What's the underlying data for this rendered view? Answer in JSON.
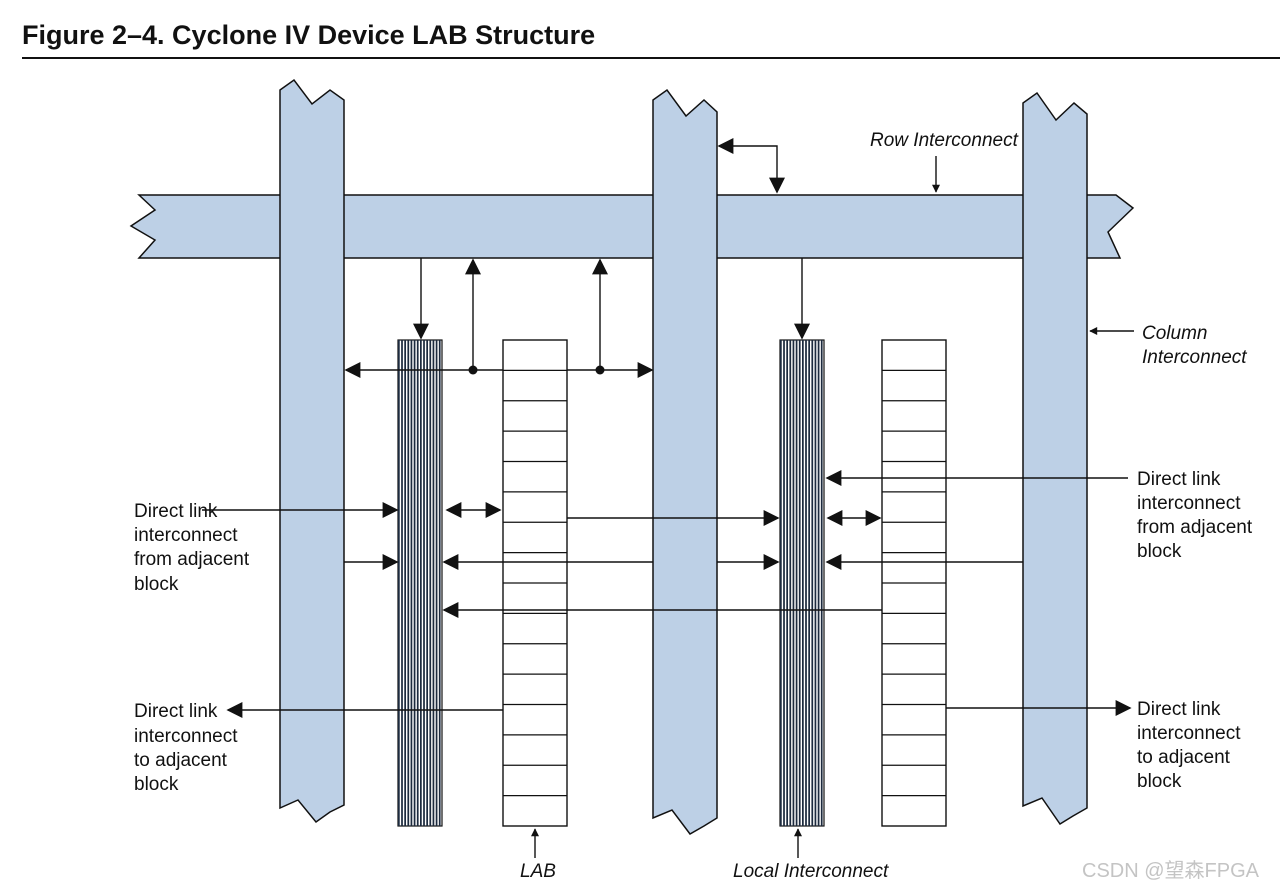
{
  "figure": {
    "title": "Figure 2–4.  Cyclone IV Device LAB Structure"
  },
  "labels": {
    "row_interconnect": "Row Interconnect",
    "column_interconnect": [
      "Column",
      "Interconnect"
    ],
    "direct_from_left": [
      "Direct link",
      "interconnect",
      "from adjacent",
      "block"
    ],
    "direct_to_left": [
      "Direct link",
      "interconnect",
      "to adjacent",
      "block"
    ],
    "direct_from_right": [
      "Direct link",
      "interconnect",
      "from adjacent",
      "block"
    ],
    "direct_to_right": [
      "Direct link",
      "interconnect",
      "to adjacent",
      "block"
    ],
    "lab": "LAB",
    "local_interconnect": "Local Interconnect"
  },
  "watermark": "CSDN @望森FPGA",
  "colors": {
    "interconnect_fill": "#bdd0e6",
    "stroke": "#111111"
  }
}
